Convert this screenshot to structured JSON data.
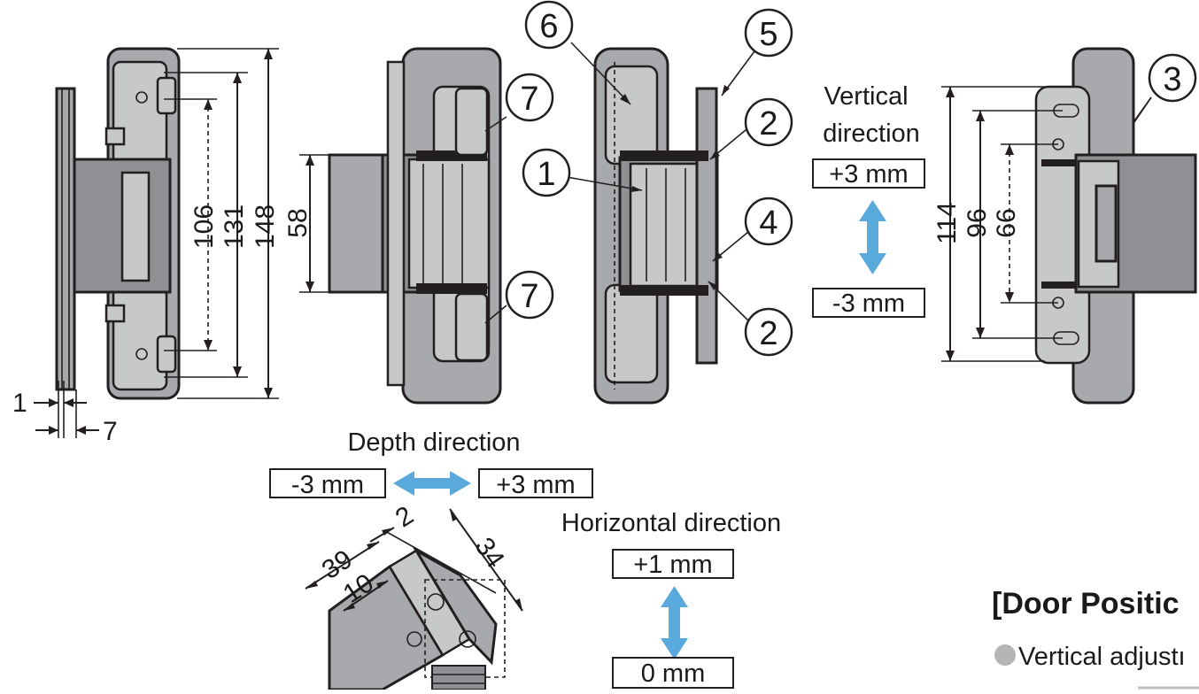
{
  "callouts": {
    "c6": "6",
    "c5": "5",
    "c7a": "7",
    "c2a": "2",
    "c1": "1",
    "c4": "4",
    "c7b": "7",
    "c2b": "2",
    "c3": "3"
  },
  "dimensions": {
    "d106": "106",
    "d131": "131",
    "d148": "148",
    "d58": "58",
    "d114": "114",
    "d96": "96",
    "d66": "66",
    "d1": "1",
    "d7": "7",
    "d39": "39",
    "d10": "10",
    "d2": "2",
    "d34": "34"
  },
  "adjustments": {
    "vertical_label_line1": "Vertical",
    "vertical_label_line2": "direction",
    "vertical_plus": "+3 mm",
    "vertical_minus": "-3 mm",
    "depth_label": "Depth direction",
    "depth_minus": "-3 mm",
    "depth_plus": "+3 mm",
    "horizontal_label": "Horizontal direction",
    "horizontal_plus": "+1 mm",
    "horizontal_zero": "0 mm"
  },
  "section": {
    "heading": "[Door Positic",
    "bullet_text": "Vertical adjustı"
  },
  "colors": {
    "body_gray": "#a7a9ac",
    "outline": "#231f20",
    "arrow_blue": "#5aa9dc"
  }
}
